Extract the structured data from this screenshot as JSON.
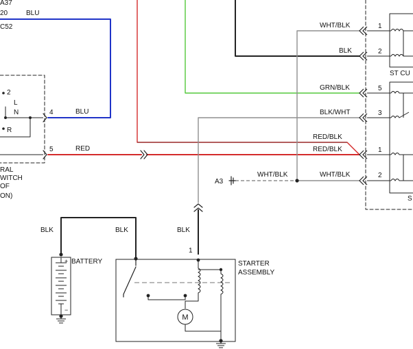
{
  "colors": {
    "blu": "#1f33c8",
    "red": "#d42a2a",
    "grn": "#52c83a",
    "blk": "#222222",
    "gray": "#8f8f8f"
  },
  "labels": {
    "a37": "A37",
    "n20": "20",
    "blu_top": "BLU",
    "c52": "C52",
    "sw_2": "2",
    "sw_l": "L",
    "sw_n": "N",
    "sw_r": "R",
    "pin4": "4",
    "blu_mid": "BLU",
    "pin5": "5",
    "red": "RED",
    "ral": "RAL",
    "witch": "WITCH",
    "of": "OF",
    "on": "ON)",
    "wht_blk_1": "WHT/BLK",
    "pin1_top": "1",
    "blk_2": "BLK",
    "pin2_top": "2",
    "st_cu": "ST CU",
    "grn_blk": "GRN/BLK",
    "pin5_r": "5",
    "blk_wht": "BLK/WHT",
    "pin3_r": "3",
    "red_blk_1": "RED/BLK",
    "red_blk_2": "RED/BLK",
    "pin1_r": "1",
    "a3": "A3",
    "wht_blk_a3": "WHT/BLK",
    "wht_blk_r": "WHT/BLK",
    "pin2_r": "2",
    "s_cut": "S",
    "blk_batt_l": "BLK",
    "blk_batt_r": "BLK",
    "blk_starter": "BLK",
    "pin1_starter": "1",
    "battery": "BATTERY",
    "batt_plus": "+",
    "batt_minus": "−",
    "starter_1": "STARTER",
    "starter_2": "ASSEMBLY",
    "motor": "M"
  }
}
